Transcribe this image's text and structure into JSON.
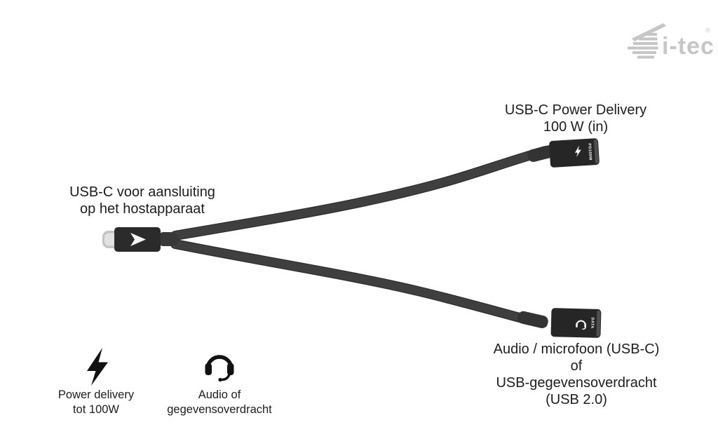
{
  "brand": {
    "name": "i-tec",
    "reg": "®"
  },
  "callouts": {
    "power": {
      "line1": "USB-C Power Delivery",
      "line2": "100 W (in)"
    },
    "host": {
      "line1": "USB-C voor aansluiting",
      "line2": "op het hostapparaat"
    },
    "audio": {
      "line1": "Audio / microfoon (USB-C)",
      "line2": "of",
      "line3": "USB-gegevensoverdracht",
      "line4": "(USB 2.0)"
    }
  },
  "features": {
    "power": {
      "line1": "Power delivery",
      "line2": "tot 100W"
    },
    "audio": {
      "line1": "Audio of",
      "line2": "gegevensoverdracht"
    }
  },
  "connector_markings": {
    "power_port": "PD100W",
    "data_port": "DATA"
  },
  "colors": {
    "background": "#ffffff",
    "text": "#1d1d1d",
    "cable": "#3d3d3d",
    "connector_body": "#262626",
    "metal_tip": "#c9c9c9",
    "marking": "#ffffff",
    "logo_gray": "#c6c6c6"
  }
}
